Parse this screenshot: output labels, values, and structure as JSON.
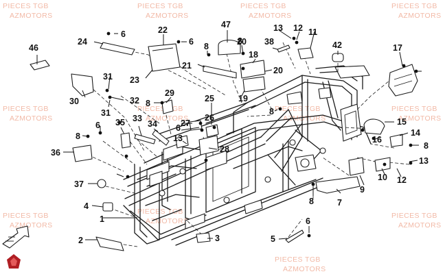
{
  "watermarks": [
    "PIECES TGB",
    "AZMOTORS",
    "PIECES TGB",
    "AZMOTORS",
    "PIECES TGB",
    "AZMOTORS",
    "PIECES TGB",
    "AZMOTORS",
    "PIECES TGB",
    "AZMOTORS",
    "PIECES TGB",
    "AZMOTORS",
    "PIECES TGB",
    "AZMOTORS",
    "PIECES TGB",
    "AZMOTORS",
    "PIECES TGB",
    "AZMOTORS",
    "PIECES TGB",
    "AZMOTORS",
    "PIECES TGB",
    "AZMOTORS",
    "PIECES TGB",
    "AZMOTORS"
  ],
  "callouts": [
    "1",
    "2",
    "3",
    "4",
    "5",
    "6",
    "6",
    "6",
    "6",
    "6",
    "7",
    "8",
    "8",
    "8",
    "8",
    "8",
    "8",
    "8",
    "9",
    "10",
    "11",
    "12",
    "12",
    "13",
    "13",
    "13",
    "14",
    "15",
    "16",
    "17",
    "18",
    "19",
    "20",
    "20",
    "21",
    "22",
    "23",
    "24",
    "25",
    "26",
    "27",
    "28",
    "29",
    "30",
    "31",
    "31",
    "32",
    "33",
    "34",
    "35",
    "36",
    "37",
    "38",
    "42",
    "46",
    "47"
  ],
  "colors": {
    "ink": "#111111",
    "watermark": "#f2b9a6",
    "logo": "#b01e23"
  },
  "icons": [
    "front-arrow-icon",
    "brand-logo-icon"
  ]
}
